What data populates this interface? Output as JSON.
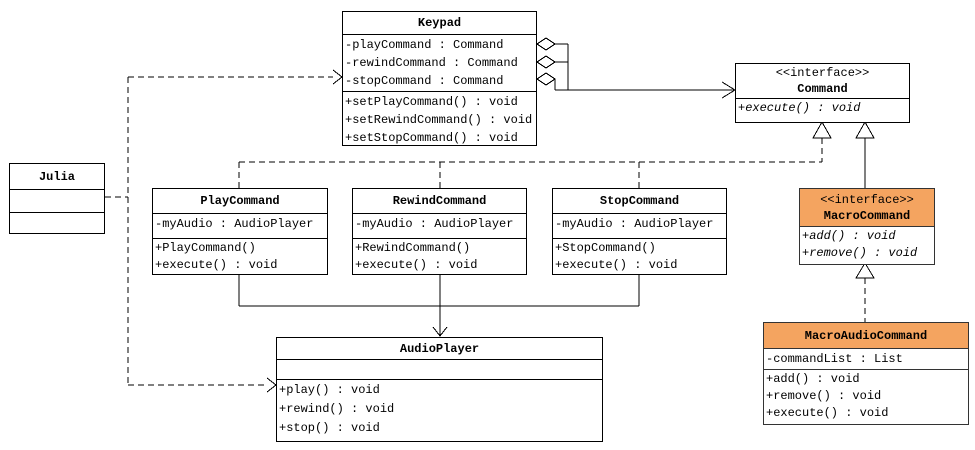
{
  "colors": {
    "accent_orange": "#F4A460",
    "line": "#000000",
    "background": "#FFFFFF"
  },
  "classes": {
    "julia": {
      "name": "Julia",
      "attributes": [],
      "methods": []
    },
    "keypad": {
      "name": "Keypad",
      "attributes": [
        "-playCommand : Command",
        "-rewindCommand : Command",
        "-stopCommand : Command"
      ],
      "methods": [
        "+setPlayCommand() : void",
        "+setRewindCommand() : void",
        "+setStopCommand() : void"
      ]
    },
    "command": {
      "stereotype": "<<interface>>",
      "name": "Command",
      "methods": [
        "+execute() : void"
      ]
    },
    "playCommand": {
      "name": "PlayCommand",
      "attributes": [
        "-myAudio : AudioPlayer"
      ],
      "methods": [
        "+PlayCommand()",
        "+execute() : void"
      ]
    },
    "rewindCommand": {
      "name": "RewindCommand",
      "attributes": [
        "-myAudio : AudioPlayer"
      ],
      "methods": [
        "+RewindCommand()",
        "+execute() : void"
      ]
    },
    "stopCommand": {
      "name": "StopCommand",
      "attributes": [
        "-myAudio : AudioPlayer"
      ],
      "methods": [
        "+StopCommand()",
        "+execute() : void"
      ]
    },
    "audioPlayer": {
      "name": "AudioPlayer",
      "attributes": [],
      "methods": [
        "+play() : void",
        "+rewind() : void",
        "+stop() : void"
      ]
    },
    "macroCommand": {
      "stereotype": "<<interface>>",
      "name": "MacroCommand",
      "methods": [
        "+add() : void",
        "+remove() : void"
      ]
    },
    "macroAudioCommand": {
      "name": "MacroAudioCommand",
      "attributes": [
        "-commandList : List"
      ],
      "methods": [
        "+add() : void",
        "+remove() : void",
        "+execute() : void"
      ]
    }
  },
  "relationships": [
    {
      "type": "dependency",
      "from": "Julia",
      "to": "Keypad",
      "style": "dashed-open-arrow"
    },
    {
      "type": "dependency",
      "from": "Julia",
      "to": "AudioPlayer",
      "style": "dashed-open-arrow"
    },
    {
      "type": "aggregation",
      "from": "Keypad",
      "to": "Command",
      "style": "three-diamonds-open-arrow"
    },
    {
      "type": "realization",
      "from": "PlayCommand",
      "to": "Command",
      "style": "dashed-hollow-triangle"
    },
    {
      "type": "realization",
      "from": "RewindCommand",
      "to": "Command",
      "style": "dashed-hollow-triangle"
    },
    {
      "type": "realization",
      "from": "StopCommand",
      "to": "Command",
      "style": "dashed-hollow-triangle"
    },
    {
      "type": "generalization",
      "from": "MacroCommand",
      "to": "Command",
      "style": "solid-hollow-triangle"
    },
    {
      "type": "realization",
      "from": "MacroAudioCommand",
      "to": "MacroCommand",
      "style": "dashed-hollow-triangle"
    },
    {
      "type": "association",
      "from": "PlayCommand,RewindCommand,StopCommand",
      "to": "AudioPlayer",
      "style": "solid-open-arrow"
    }
  ]
}
